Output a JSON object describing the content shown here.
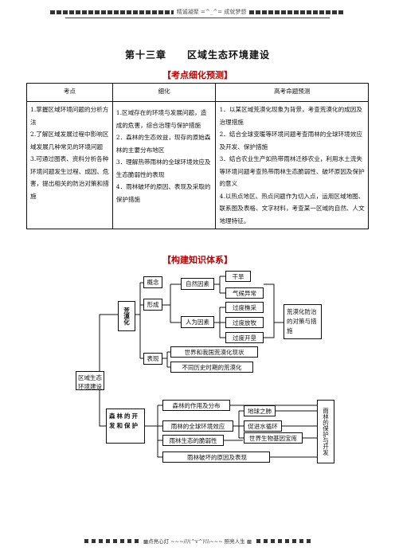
{
  "header": {
    "text": "精诚凝聚 =^_^= 成就梦想"
  },
  "title": "第十三章　　区域生态环境建设",
  "section1": "【考点细化预测】",
  "table": {
    "headers": [
      "考点",
      "细化",
      "高考命题预测"
    ],
    "col1": [
      "1.掌握区域环境问题的分析方法",
      "2.了解区域发展过程中影响区域发展几种常见的环境问题",
      "3.可通过图表、资料分析各种环境问题发生过程、成因、危害，提出相关的防治对策和措施"
    ],
    "col2": [
      "1.区域存在的环境与发展问题，造成的危害，综合治理与保护措施",
      "2．森林的生态效益，现存的原始森林的主要分布地区",
      "3．理解热带雨林的全球环境效应及生态脆弱性的表现",
      "4．雨林破坏的原因、表现及采取的保护措施"
    ],
    "col3": [
      "1．以某区域荒漠化现象为背景，考查荒漠化的成因及治理措施",
      "2．结合全球变暖等环境问题考查雨林的全球环境效应及开发、保护措施",
      "3．结合农业生产如热带雨林迁移农业，利用水土流失等环境问题考查热带雨林生态脆弱性、破坏原因及保护的意义",
      "4.以热点地区、热点问题作为切入点，运用区域地图、联系图及表格、文字材料，考查某一区域的自然、人文地理特征。"
    ]
  },
  "section2": "【构建知识体系】",
  "map": {
    "root": "区域生态环境建设",
    "desert": "荒漠化",
    "concept": "概念",
    "formation": "形成",
    "natural": "自然因素",
    "drought": "干旱",
    "climate": "气候异常",
    "human": "人为因素",
    "reclaim": "过度樵采",
    "graze": "过度放牧",
    "cultivate": "过度开垦",
    "prevention": "荒漠化防治的对策与措施",
    "manifest": "表现",
    "current": "世界和我国荒漠化现状",
    "history": "不同历史时期的荒漠化",
    "forest": "森林的开发和保护",
    "forest_role": "森林的作用及分布",
    "rain_global": "雨林的全球环境效应",
    "lung": "地球之肺",
    "water": "促进水循环",
    "genebank": "世界生物基因宝库",
    "fragile": "雨林生态的脆弱性",
    "destroy": "雨林破坏的原因及表现",
    "rain_protect": "雨林的保护与开发"
  },
  "footer": {
    "text": "▩点亮心灯 ~~~///(^v^)\\\\\\~~~ 照亮人生 ▩"
  }
}
